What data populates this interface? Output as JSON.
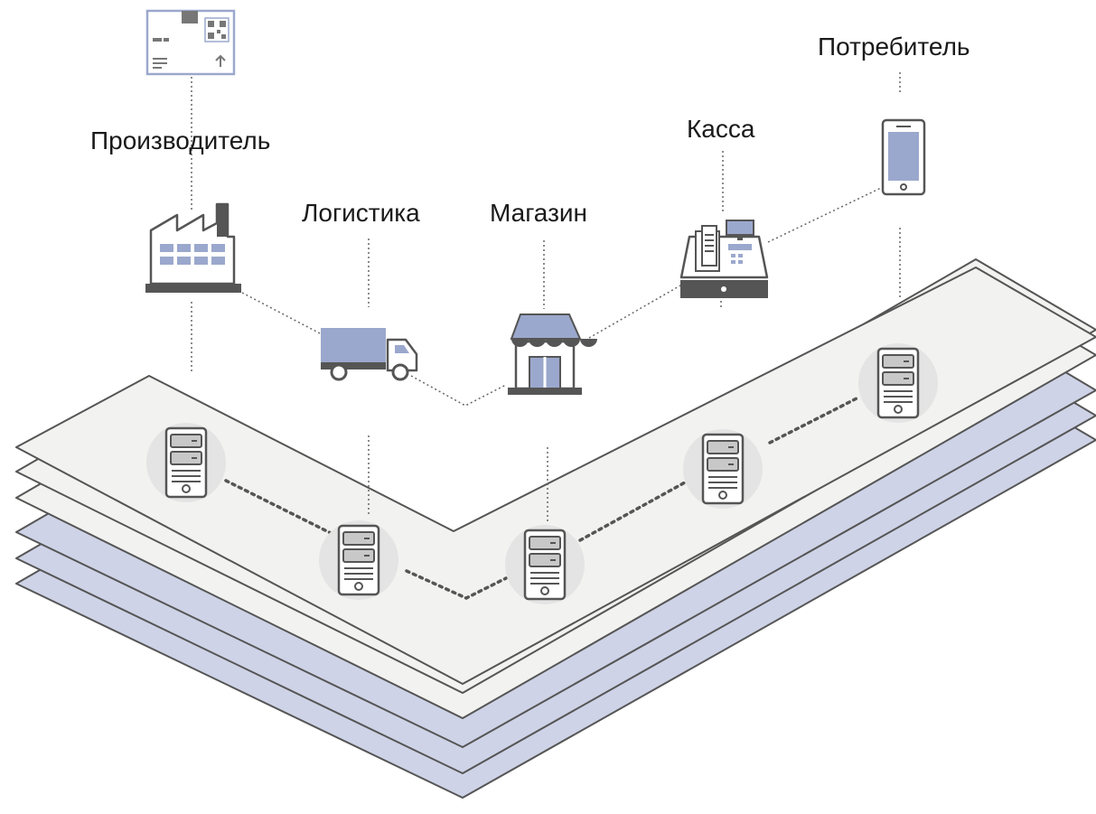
{
  "labels": {
    "producer": "Производитель",
    "logistics": "Логистика",
    "store": "Магазин",
    "cashier": "Касса",
    "consumer": "Потребитель"
  },
  "colors": {
    "accent": "#9ba8cd",
    "layer_blue": "#ced3e7",
    "layer_light": "#f2f2f0",
    "outline": "#555555",
    "node_halo": "#e4e4e4"
  }
}
